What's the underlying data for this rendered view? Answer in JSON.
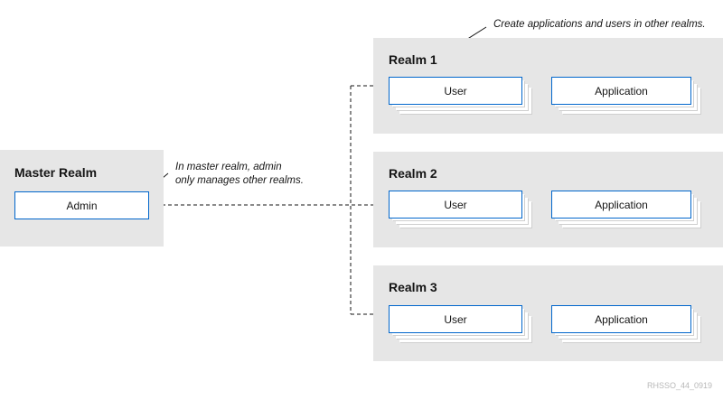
{
  "annotations": {
    "top": "Create applications and users in other realms.",
    "master_line1": "In master realm, admin",
    "master_line2": "only manages other realms."
  },
  "master_realm": {
    "title": "Master Realm",
    "admin_label": "Admin"
  },
  "realms": [
    {
      "title": "Realm 1",
      "user_label": "User",
      "app_label": "Application"
    },
    {
      "title": "Realm 2",
      "user_label": "User",
      "app_label": "Application"
    },
    {
      "title": "Realm 3",
      "user_label": "User",
      "app_label": "Application"
    }
  ],
  "watermark": "RHSSO_44_0919",
  "colors": {
    "panel": "#e6e6e6",
    "box_border": "#0066cc",
    "line": "#151515"
  }
}
